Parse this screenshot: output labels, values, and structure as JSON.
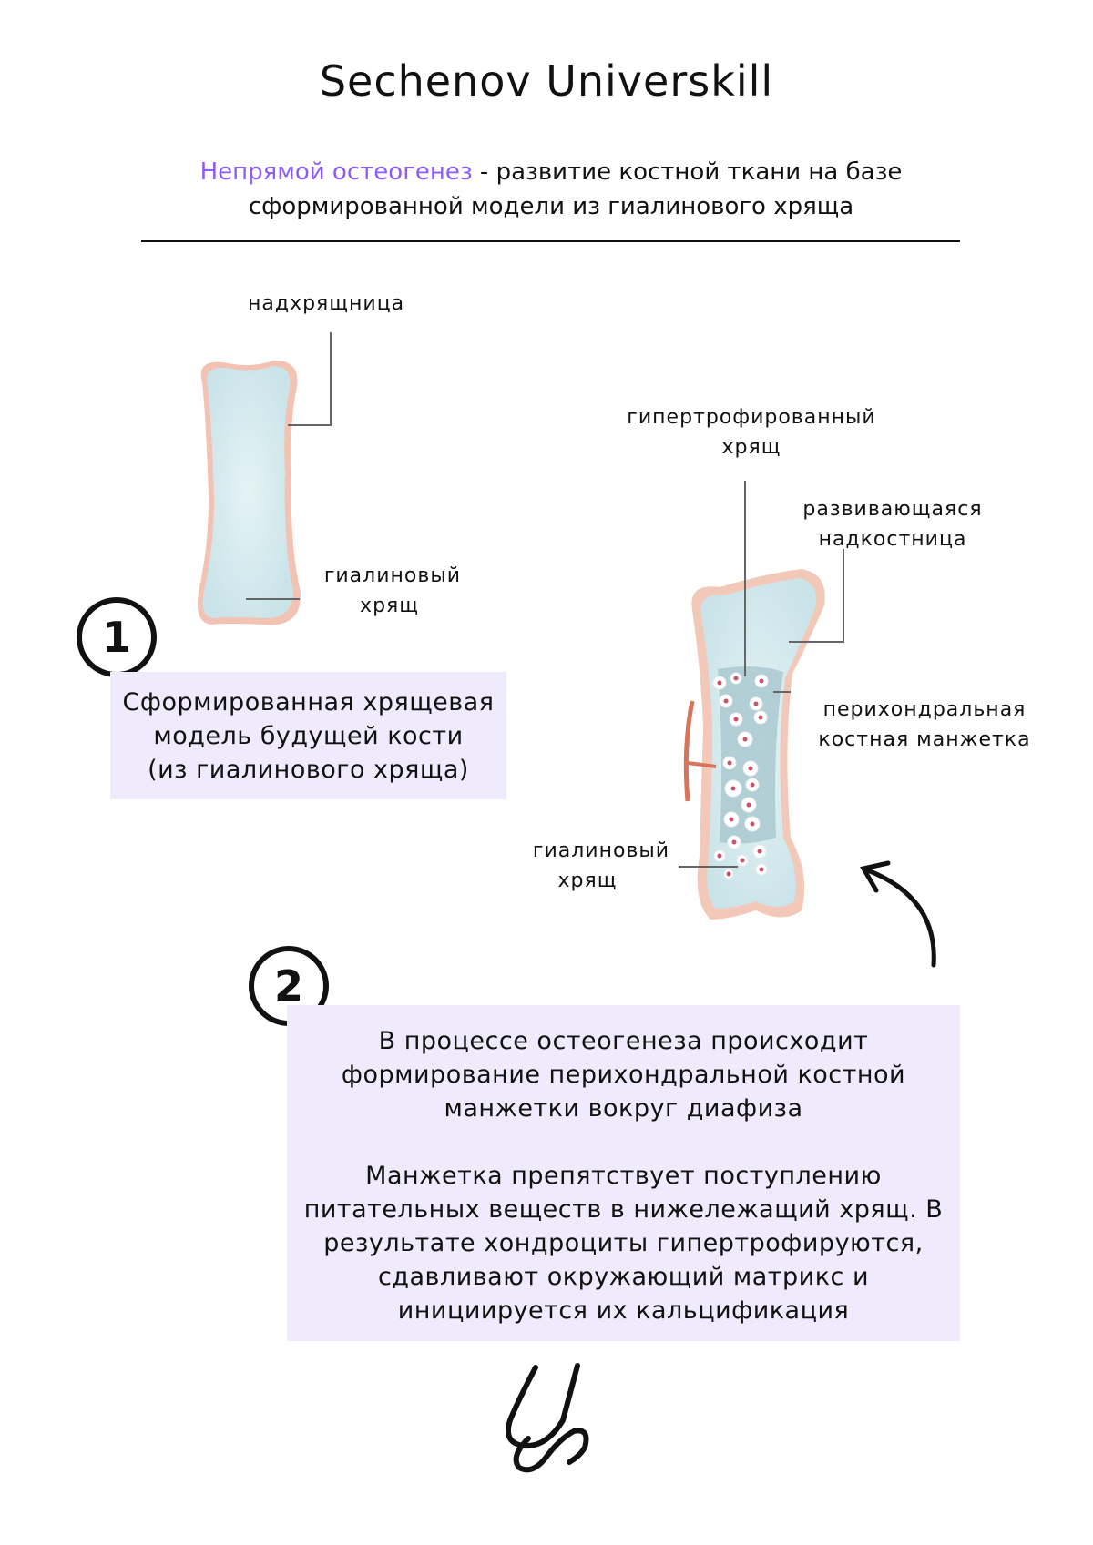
{
  "header": {
    "title": "Sechenov Universkill",
    "intro_term": "Непрямой остеогенез",
    "intro_rest": " - развитие костной ткани на базе сформированной модели из гиалинового хряща"
  },
  "stage1": {
    "number": "1",
    "labels": {
      "perichondrium": "надхрящница",
      "hyaline_line1": "гиалиновый",
      "hyaline_line2": "хрящ"
    },
    "caption": [
      "Сформированная хрящевая",
      "модель будущей кости",
      "(из гиалинового хряща)"
    ]
  },
  "stage2": {
    "number": "2",
    "labels": {
      "hypertrophied_line1": "гипертрофированный",
      "hypertrophied_line2": "хрящ",
      "periosteum_line1": "развивающаяся",
      "periosteum_line2": "надкостница",
      "collar_line1": "перихондральная",
      "collar_line2": "костная манжетка",
      "hyaline_line1": "гиалиновый",
      "hyaline_line2": "хрящ"
    },
    "caption_p1": [
      "В процессе остеогенеза происходит",
      "формирование перихондральной костной",
      "манжетки вокруг диафиза"
    ],
    "caption_p2": [
      "Манжетка препятствует поступлению",
      "питательных веществ в нижележащий хрящ. В",
      "результате хондроциты гипертрофируются,",
      "сдавливают окружающий матрикс и",
      "инициируется их кальцификация"
    ]
  },
  "footer": {
    "logo_text": "US"
  },
  "colors": {
    "accent": "#8b5cf6",
    "box_bg": "#efeafc",
    "cartilage": "#d6ecef",
    "perichondrium": "#f0b7a6"
  }
}
